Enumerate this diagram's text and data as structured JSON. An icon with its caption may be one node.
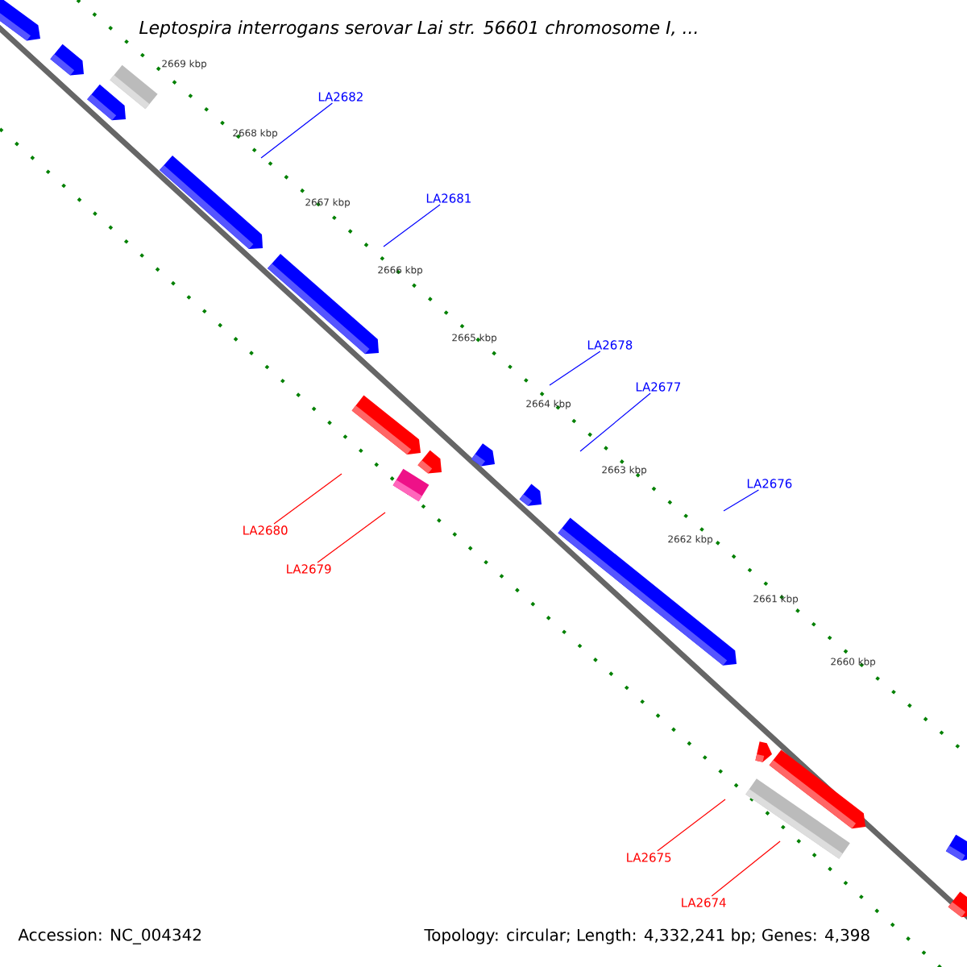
{
  "diagram": {
    "title": "Leptospira interrogans serovar Lai str. 56601 chromosome I, ...",
    "nodes": [
      {
        "text": [
          "LA2682"
        ]
      },
      {
        "text": [
          "LA2681"
        ]
      },
      {
        "text": [
          "LA2678"
        ]
      },
      {
        "text": [
          "LA2677"
        ]
      },
      {
        "text": [
          "LA2676"
        ]
      },
      {
        "text": [
          "LA2680"
        ]
      },
      {
        "text": [
          "LA2679"
        ]
      },
      {
        "text": [
          "LA2675"
        ]
      },
      {
        "text": [
          "LA2674"
        ]
      }
    ],
    "edges": [
      {
        "from": 0,
        "to": null,
        "arrow": "none",
        "color": "#0000ff"
      },
      {
        "from": 1,
        "to": null,
        "arrow": "none",
        "color": "#0000ff"
      },
      {
        "from": 2,
        "to": null,
        "arrow": "none",
        "color": "#0000ff"
      },
      {
        "from": 3,
        "to": null,
        "arrow": "none",
        "color": "#0000ff"
      },
      {
        "from": 4,
        "to": null,
        "arrow": "none",
        "color": "#0000ff"
      },
      {
        "from": 5,
        "to": null,
        "arrow": "none",
        "color": "#ff0000"
      },
      {
        "from": 6,
        "to": null,
        "arrow": "none",
        "color": "#ff0000"
      },
      {
        "from": 7,
        "to": null,
        "arrow": "none",
        "color": "#ff0000"
      },
      {
        "from": 8,
        "to": null,
        "arrow": "none",
        "color": "#ff0000"
      }
    ],
    "labels": [
      "2669 kbp",
      "2668 kbp",
      "2667 kbp",
      "2666 kbp",
      "2665 kbp",
      "2664 kbp",
      "2663 kbp",
      "2662 kbp",
      "2661 kbp",
      "2660 kbp",
      "Accession: NC_004342",
      "Topology: circular; Length: 4,332,241 bp; Genes: 4,398"
    ]
  }
}
